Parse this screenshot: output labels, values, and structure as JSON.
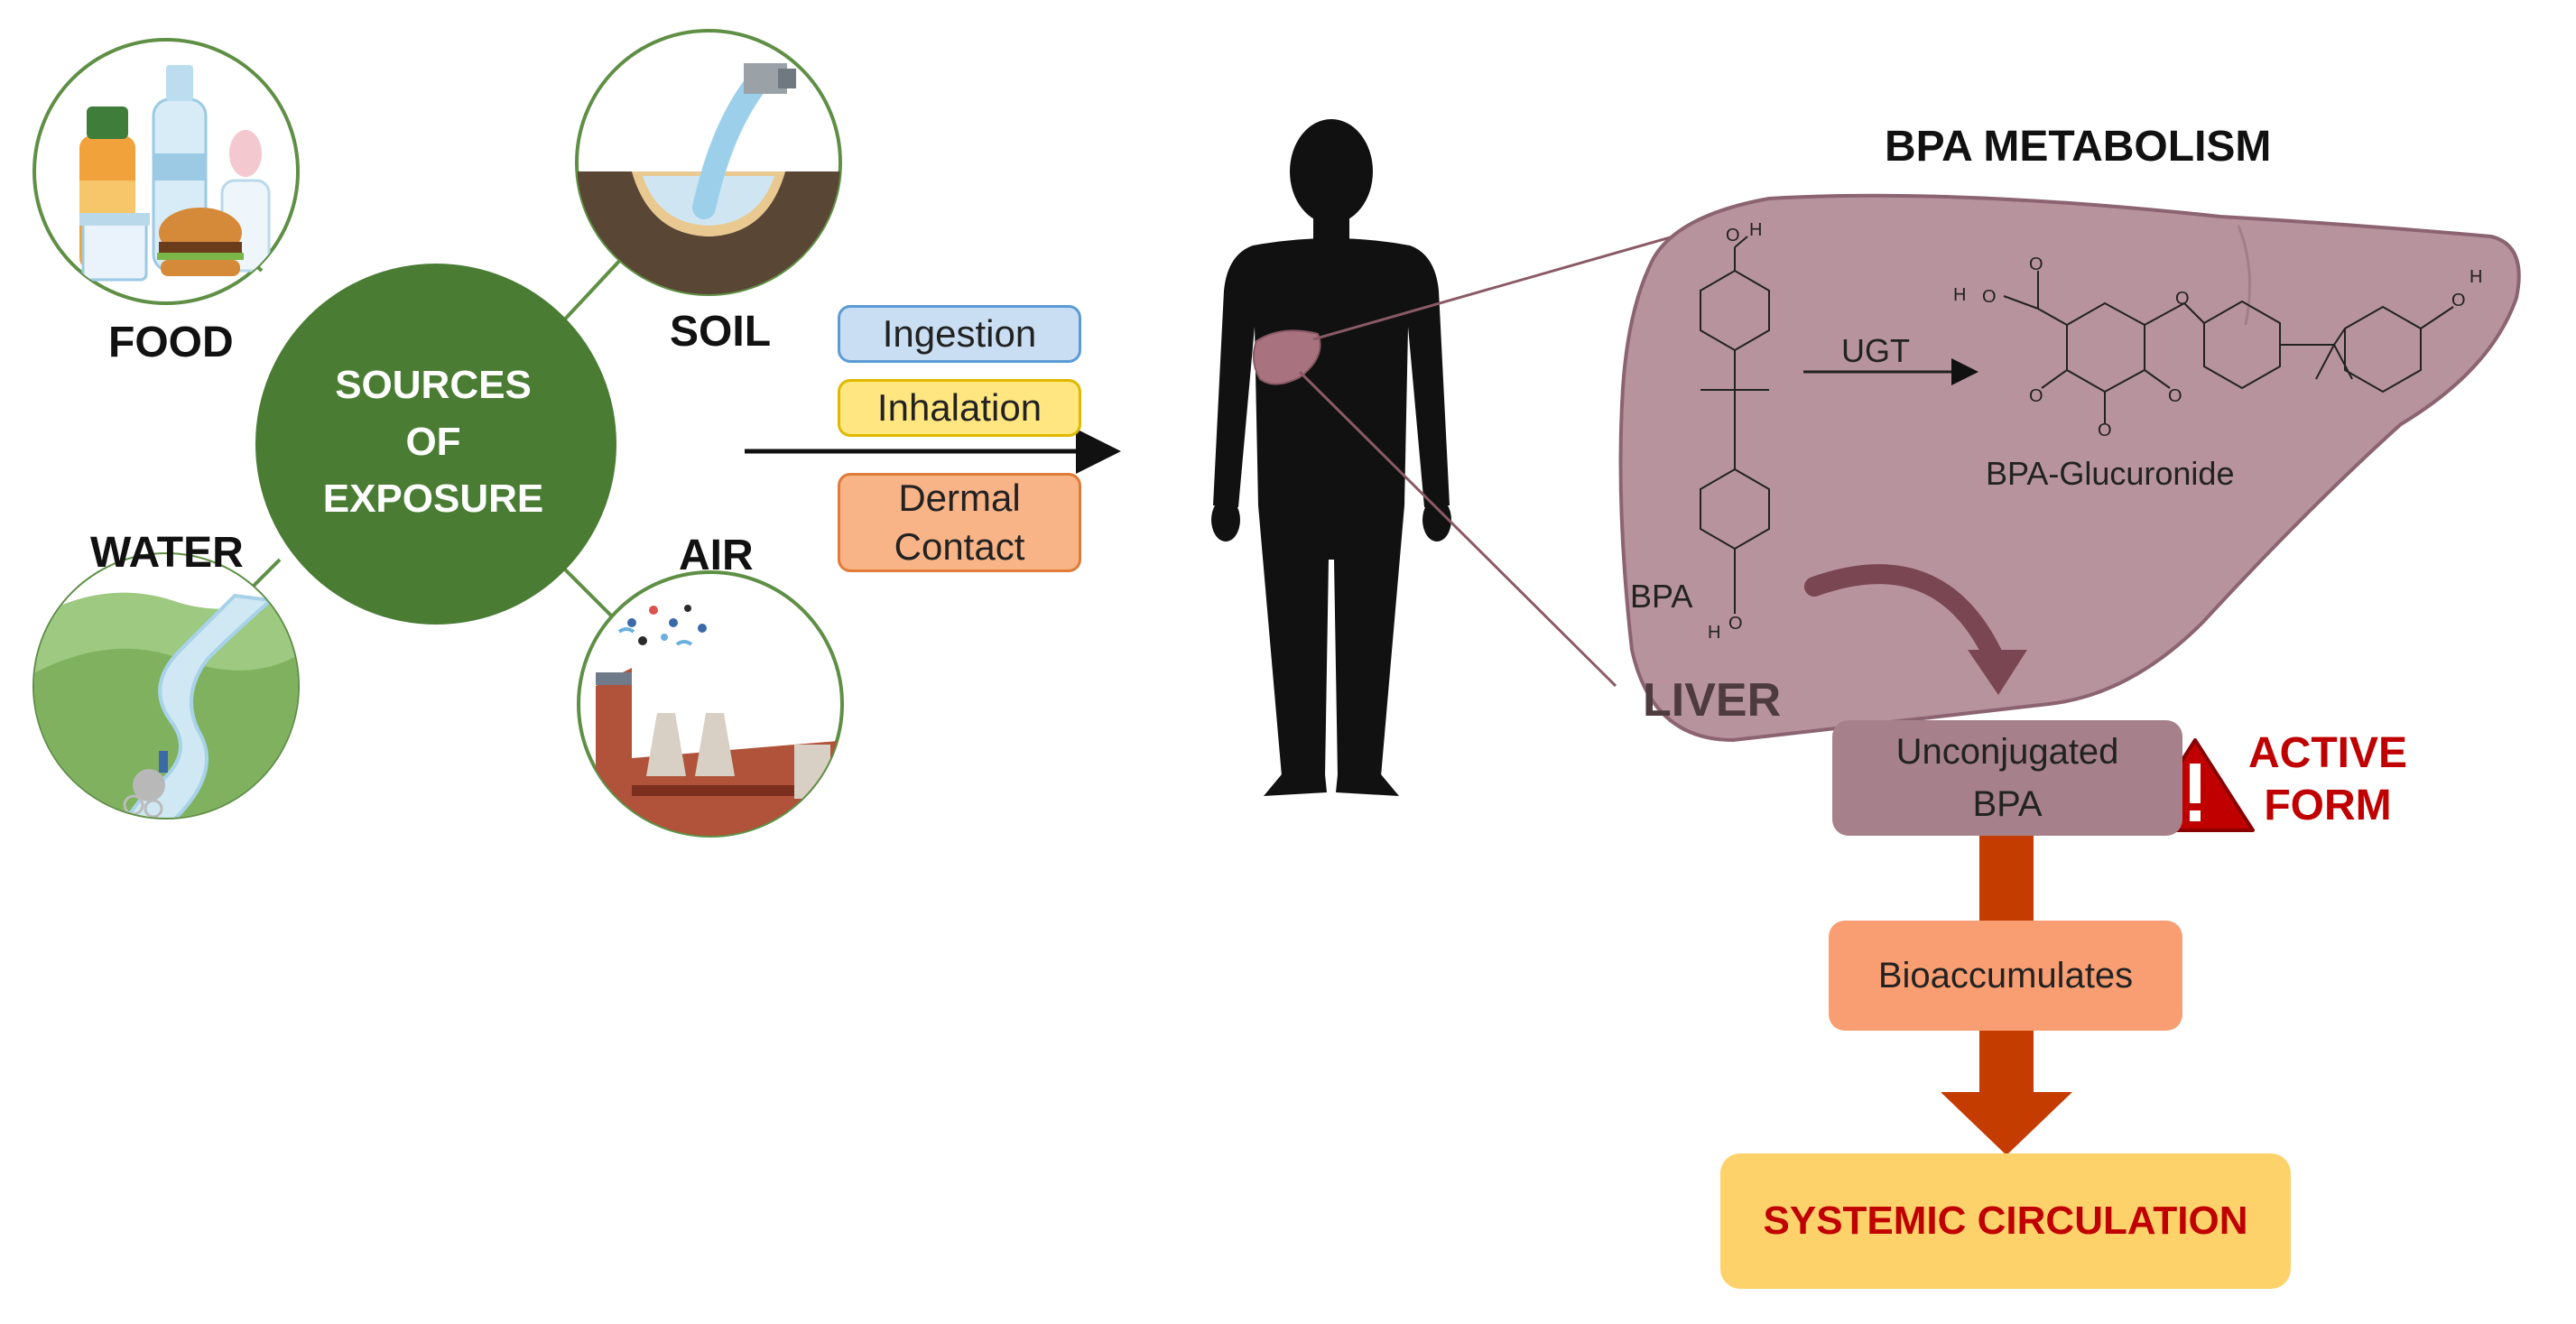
{
  "center": {
    "line1": "SOURCES",
    "line2": "OF",
    "line3": "EXPOSURE"
  },
  "sources": {
    "food": "FOOD",
    "soil": "SOIL",
    "water": "WATER",
    "air": "AIR"
  },
  "routes": {
    "ingestion": "Ingestion",
    "inhalation": "Inhalation",
    "dermal_line1": "Dermal",
    "dermal_line2": "Contact"
  },
  "metabolism": {
    "title": "BPA METABOLISM",
    "enzyme": "UGT",
    "substrate": "BPA",
    "product": "BPA-Glucuronide",
    "organ": "LIVER",
    "atom_h": "H",
    "atom_o": "O"
  },
  "flow": {
    "unconjugated_line1": "Unconjugated",
    "unconjugated_line2": "BPA",
    "active_line1": "ACTIVE",
    "active_line2": "FORM",
    "bioaccumulates": "Bioaccumulates",
    "systemic": "SYSTEMIC CIRCULATION"
  },
  "colors": {
    "center_green": "#4a7c34",
    "ring_green": "#5f8f45",
    "ingestion_fill": "#c9def3",
    "ingestion_border": "#5b9bd5",
    "inhalation_fill": "#ffe680",
    "inhalation_border": "#e0b800",
    "dermal_fill": "#f8b386",
    "dermal_border": "#e07b39",
    "liver_fill": "#b7939e",
    "liver_border": "#8c6471",
    "unconjugated_fill": "#a6818b",
    "bioaccumulates_fill": "#f89e72",
    "systemic_fill": "#fdd26b",
    "active_red": "#c00000",
    "flow_arrow": "#c43c00"
  }
}
